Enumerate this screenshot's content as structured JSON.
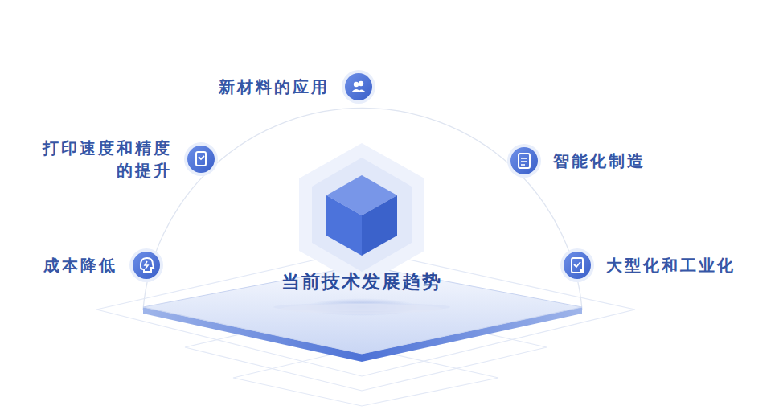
{
  "diagram": {
    "title": "当前技术发展趋势",
    "nodes": [
      {
        "text": [
          "新材料的应用"
        ]
      },
      {
        "text": [
          "打印速度和精度的提升"
        ]
      },
      {
        "text": [
          "智能化制造"
        ]
      },
      {
        "text": [
          "成本降低"
        ]
      },
      {
        "text": [
          "大型化和工业化"
        ]
      }
    ]
  }
}
